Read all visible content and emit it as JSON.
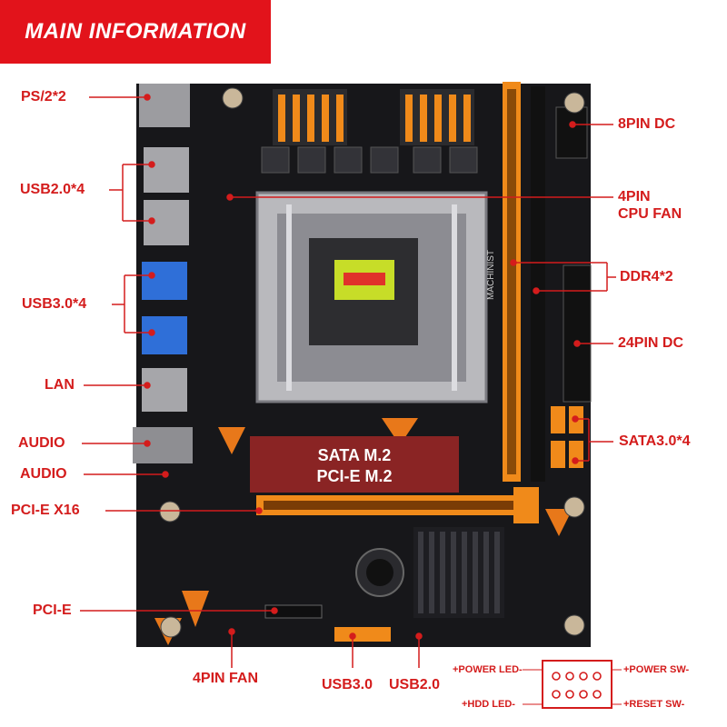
{
  "header": {
    "title": "MAIN INFORMATION"
  },
  "colors": {
    "accent": "#e2131b",
    "label": "#d41c1c",
    "board": "#17171a",
    "orange": "#f08a1a"
  },
  "labels": {
    "ps2": "PS/2*2",
    "usb20": "USB2.0*4",
    "usb30": "USB3.0*4",
    "lan": "LAN",
    "audio1": "AUDIO",
    "audio2": "AUDIO",
    "pcie16": "PCI-E X16",
    "pcie": "PCI-E",
    "fan4_bottom": "4PIN FAN",
    "usb30_header": "USB3.0",
    "usb20_header": "USB2.0",
    "dc8": "8PIN DC",
    "cpufan_line1": "4PIN",
    "cpufan_line2": "CPU FAN",
    "ddr4": "DDR4*2",
    "dc24": "24PIN DC",
    "sata": "SATA3.0*4"
  },
  "board": {
    "m2_line1": "SATA M.2",
    "m2_line2": "PCI-E M.2",
    "brand": "MACHINIST"
  },
  "front_panel": {
    "power_led": "+POWER LED-",
    "power_sw": "+POWER SW-",
    "hdd_led": "+HDD LED-",
    "reset_sw": "+RESET SW-"
  }
}
